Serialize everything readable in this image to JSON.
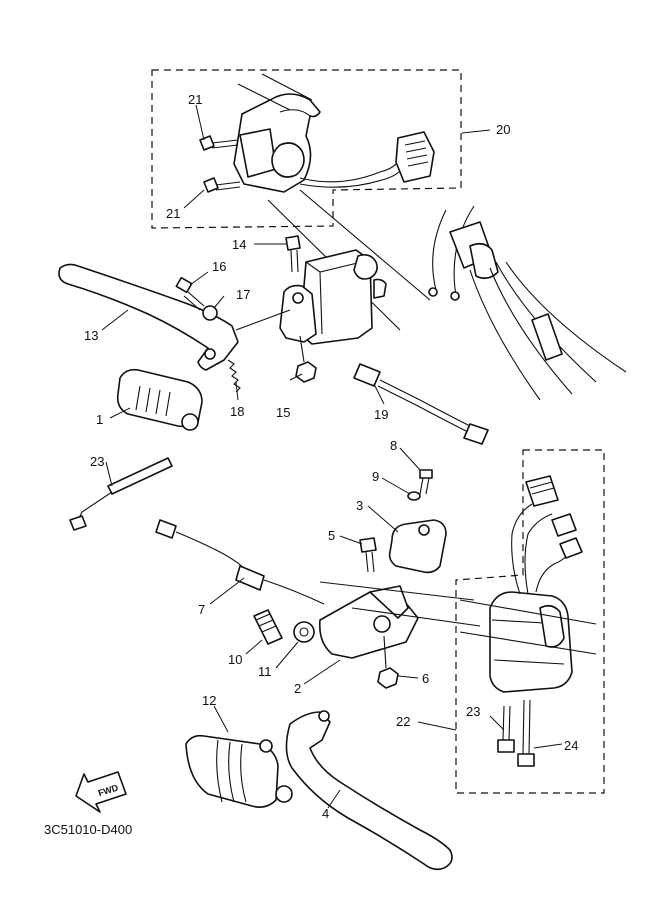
{
  "diagram": {
    "code": "3C51010-D400",
    "fwd_label": "FWD",
    "callouts": [
      {
        "id": "c1",
        "text": "1"
      },
      {
        "id": "c2",
        "text": "2"
      },
      {
        "id": "c3",
        "text": "3"
      },
      {
        "id": "c4",
        "text": "4"
      },
      {
        "id": "c5",
        "text": "5"
      },
      {
        "id": "c6",
        "text": "6"
      },
      {
        "id": "c7",
        "text": "7"
      },
      {
        "id": "c8",
        "text": "8"
      },
      {
        "id": "c9",
        "text": "9"
      },
      {
        "id": "c10",
        "text": "10"
      },
      {
        "id": "c11",
        "text": "11"
      },
      {
        "id": "c12",
        "text": "12"
      },
      {
        "id": "c13",
        "text": "13"
      },
      {
        "id": "c14",
        "text": "14"
      },
      {
        "id": "c15",
        "text": "15"
      },
      {
        "id": "c16",
        "text": "16"
      },
      {
        "id": "c17",
        "text": "17"
      },
      {
        "id": "c18",
        "text": "18"
      },
      {
        "id": "c19",
        "text": "19"
      },
      {
        "id": "c20",
        "text": "20"
      },
      {
        "id": "c21a",
        "text": "21"
      },
      {
        "id": "c21b",
        "text": "21"
      },
      {
        "id": "c22",
        "text": "22"
      },
      {
        "id": "c23a",
        "text": "23"
      },
      {
        "id": "c23b",
        "text": "23"
      },
      {
        "id": "c24",
        "text": "24"
      }
    ]
  }
}
